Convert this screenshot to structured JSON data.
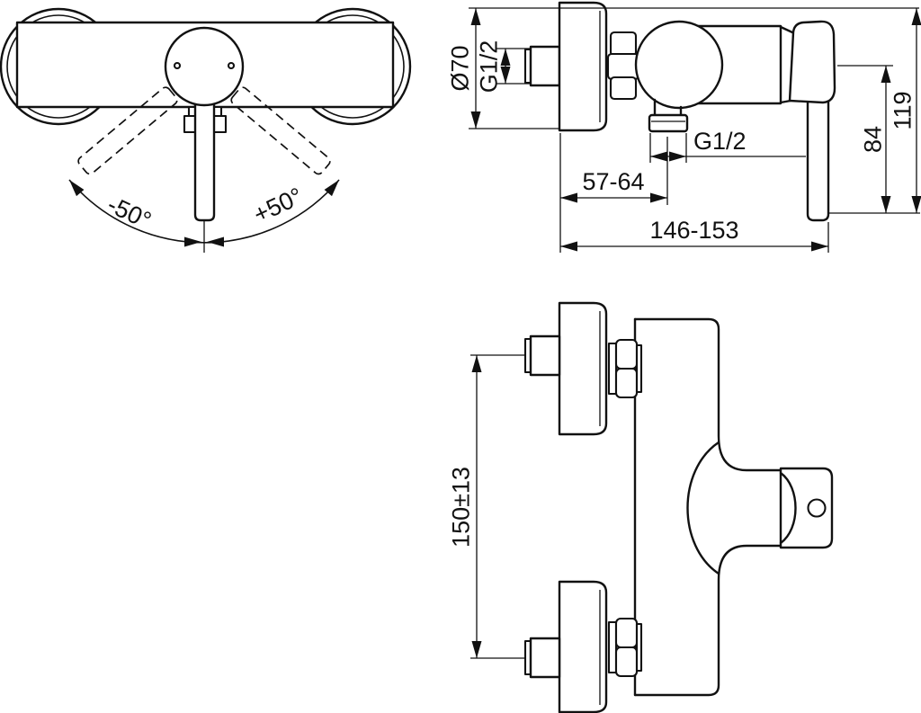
{
  "drawing": {
    "background": "#ffffff",
    "line_color": "#111111",
    "front_view": {
      "angle_left": "-50°",
      "angle_right": "+50°"
    },
    "side_view": {
      "rosette_diameter": "Ø70",
      "inlet_thread": "G1/2",
      "outlet_thread": "G1/2",
      "wall_to_outlet_center": "57-64",
      "overall_depth": "146-153",
      "overall_height": "119",
      "lever_drop": "84"
    },
    "top_view": {
      "inlet_spacing": "150±13"
    }
  }
}
